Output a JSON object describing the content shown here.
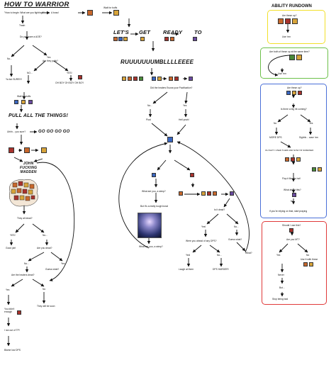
{
  "title": "HOW TO WARRIOR",
  "ability_header": "ABILITY RUNDOWN",
  "left": {
    "q1": "\"How to begin: What are you fighting?\"",
    "a_boss": "A boss!",
    "wait_buffs": "Wait for buffs",
    "trash": "Trash",
    "q_aoe": "Do you have a AOE?",
    "no": "No...",
    "yes": "Yes",
    "q_pulls": "Are they pulls?",
    "no2": "NO...",
    "yes2": "YES!",
    "ya_but": "Ya but SURE!!!!",
    "oh": "OH BOY OH BOY OH BOY",
    "wait2": "Wait for buffs",
    "pull_all": "PULL ALL THE THINGS!",
    "uhhh": "Uhhh... you sure?",
    "gogo": "GO GO GO GO",
    "john": "JOHN\nFUCKING\nMADDEN",
    "dead": "They all dead?",
    "yes3": "YES!",
    "no3": "No...",
    "good": "Good job!",
    "you_dead": "Are you dead?",
    "no4": "No...",
    "yes4": "Yes",
    "guess": "Guess what?",
    "healers": "Are the healers dead?",
    "yes5": "Yes",
    "no5": "No",
    "didnt": "You didn't\nenough",
    "soon": "They will be soon",
    "ran_out": "I ran out of TP!",
    "blame": "Blame low DPS"
  },
  "middle": {
    "lets": "LET'S",
    "get": "GET",
    "ready": "READY",
    "to": "TO",
    "rumble": "RUUUUUUUMBLLLLEEEE",
    "q_pac": "Did the healers Esuna your Pacification?",
    "no": "No...",
    "yes": "Yes",
    "pics": "Pics!",
    "hell": "Hell yeah!",
    "wimp": "What are you, a wimp?",
    "tough": "But it's a really tough boss!",
    "wimp2": "What are you, a wimp?",
    "is_dead": "Is it dead?",
    "yes2": "Yes!",
    "no2": "No...",
    "ahead": "Were you ahead of any DPS?",
    "guess": "Guess what?",
    "yes3": "Yes!",
    "no3": "No...",
    "laugh": "Laugh at them",
    "harder": "DPS HARDER!",
    "what": "What?"
  },
  "yellow": {
    "q": "Are these up?",
    "a": "Use 'em"
  },
  "green": {
    "q": "Are both of these up at the same time?",
    "a": "Use 'em"
  },
  "blue": {
    "q": "Are these up?",
    "q2": "Is there a big hit coming?",
    "no": "No",
    "yes": "Yes",
    "more_dps": "MORE DPS",
    "sighhh": "Sighhh... save 'em",
    "shit": "OH SHIT I USED THEM AND NOW I'M SCREWED",
    "flop": "Flop it like it's hot!",
    "what": "What about this?",
    "no2": "No",
    "praying": "If you're relying on that, start praying"
  },
  "red": {
    "q": "Should I use this?",
    "mt": "Are you MT?",
    "yes": "Yes",
    "no": "No",
    "never": "Never",
    "use_these": "Use it with these",
    "but": "But...",
    "stop": "Stop being bad"
  },
  "colors": {
    "yellow": "#f2e02a",
    "green": "#6cc04a",
    "blue": "#4a6fd8",
    "red": "#e03a3a",
    "icon_orange": "#c8682c",
    "icon_gold": "#d8a43a",
    "icon_blue": "#3a66c0",
    "icon_red": "#a8322c",
    "icon_purple": "#6a4aa0",
    "icon_green": "#4a8a3a"
  },
  "icons": [
    "ability-icon"
  ]
}
